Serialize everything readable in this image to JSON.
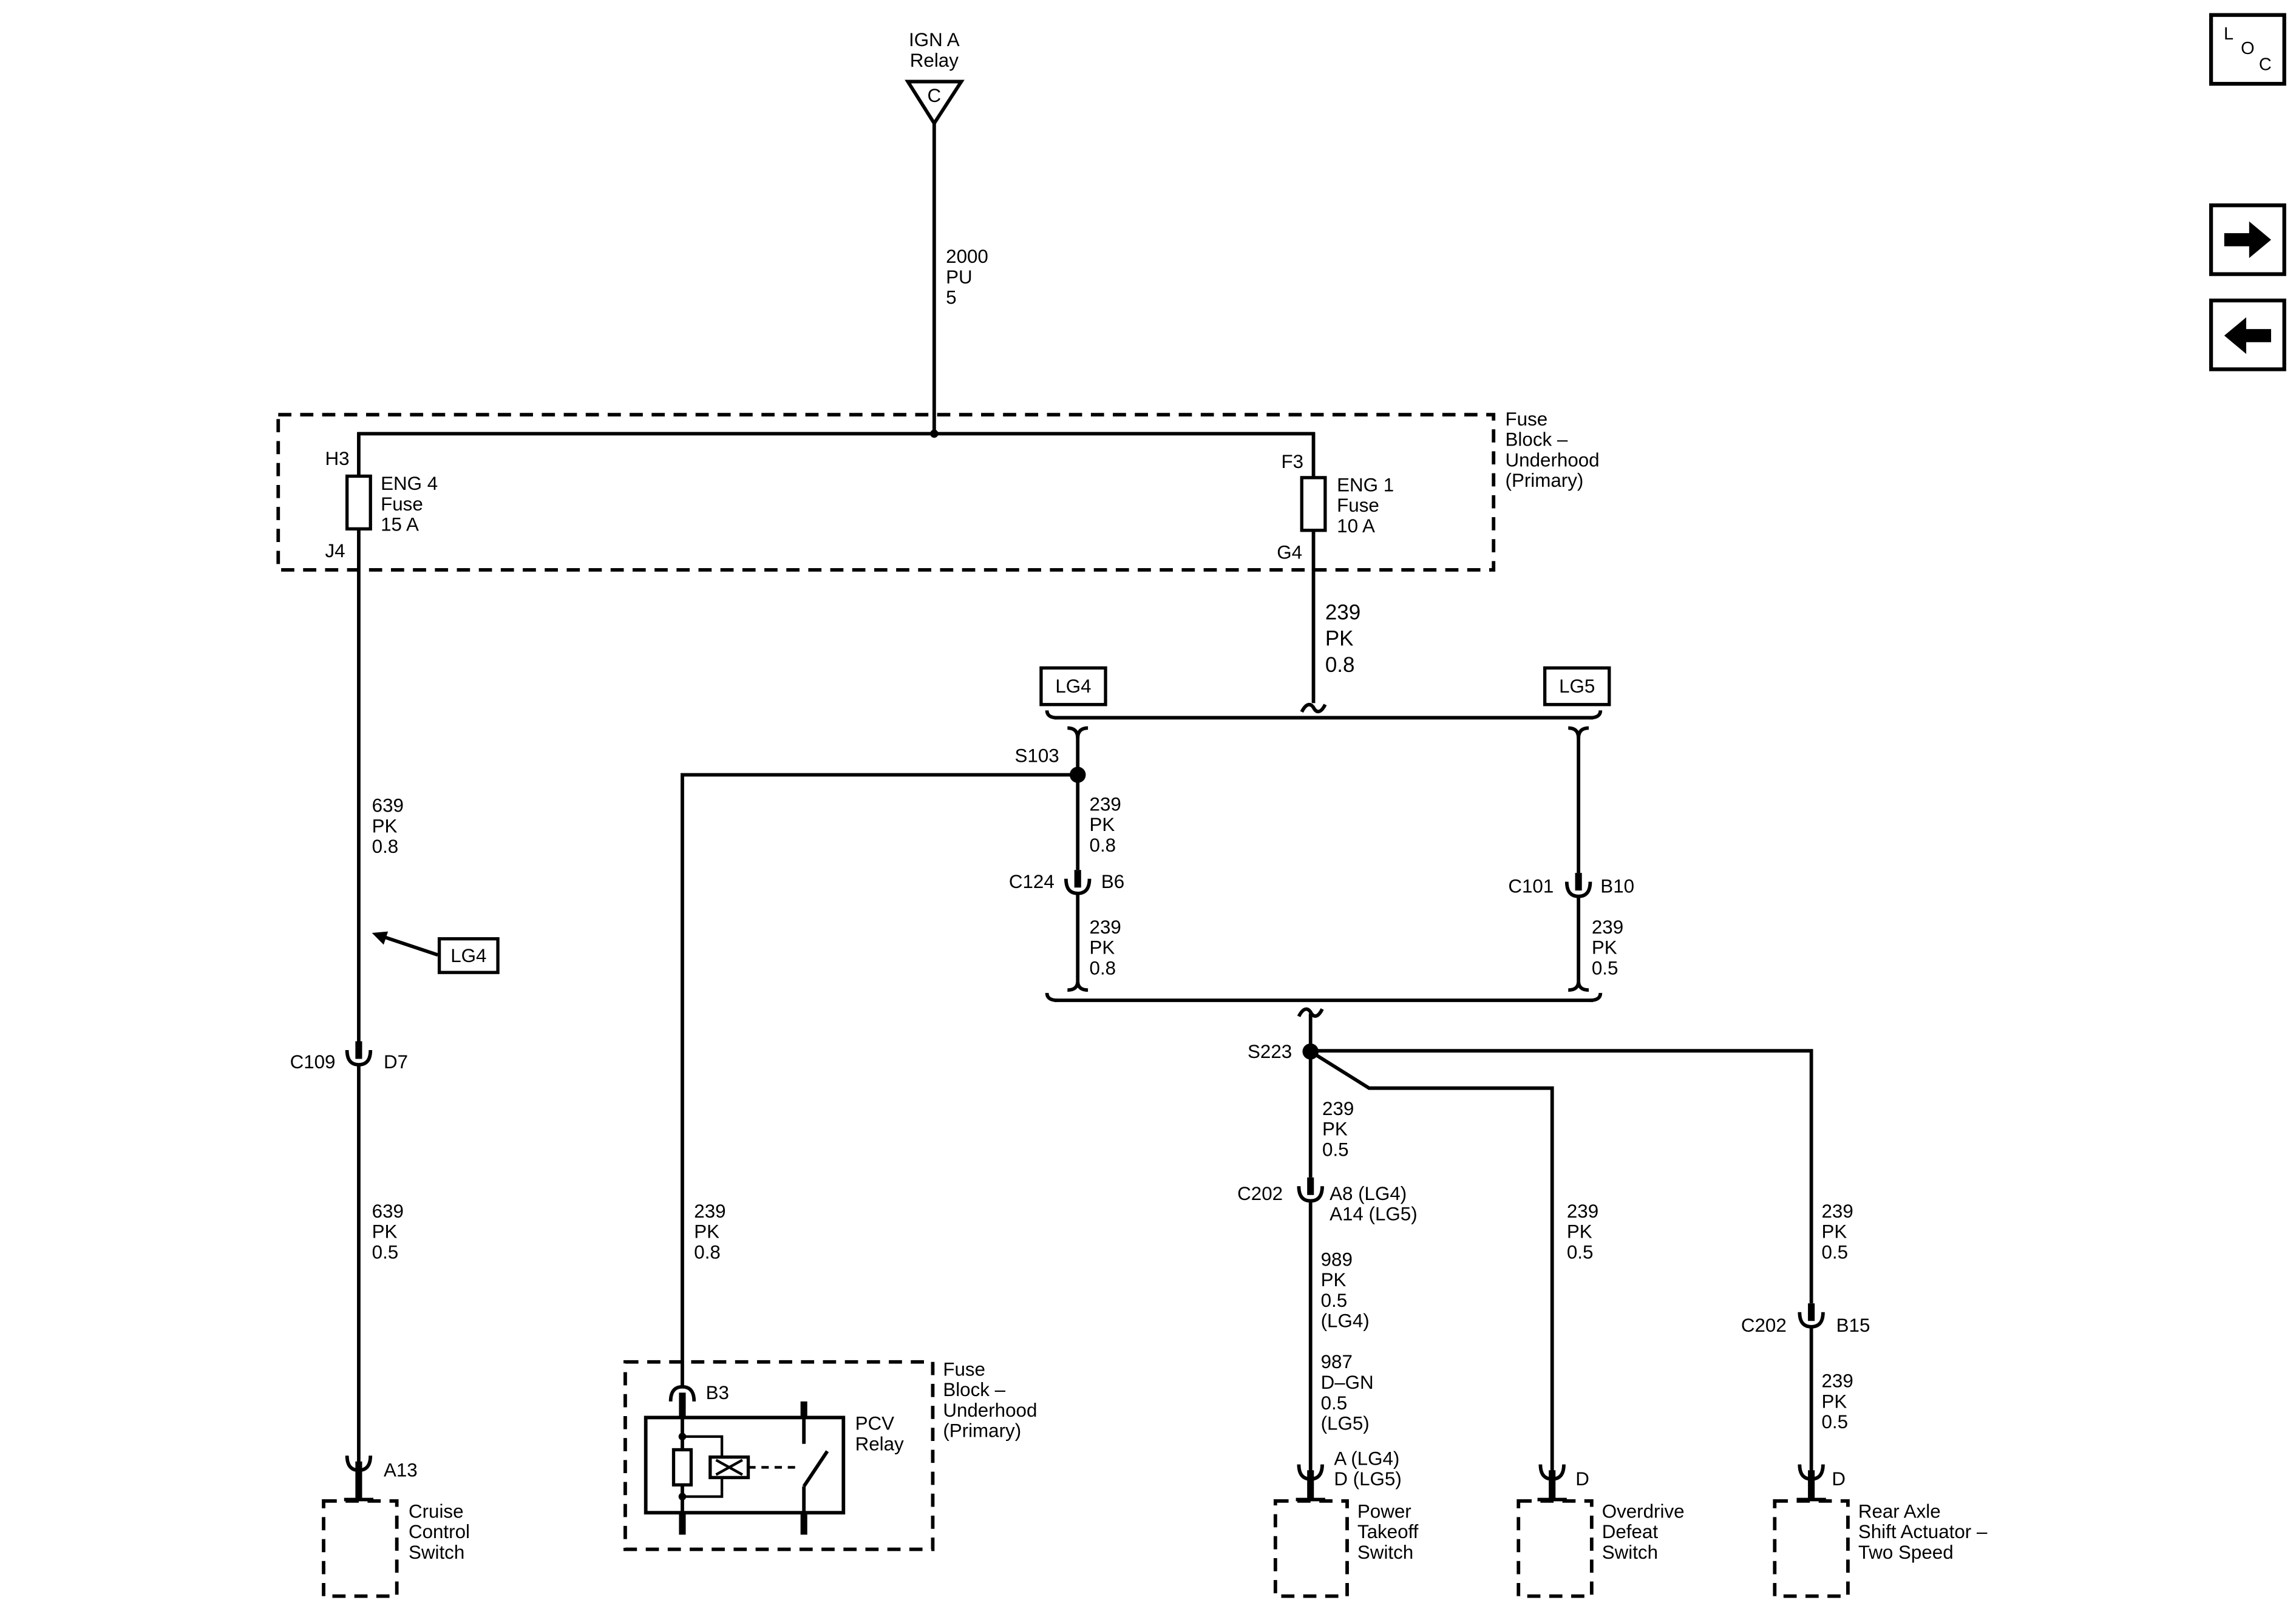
{
  "colors": {
    "ink": "#000000",
    "paper": "#ffffff"
  },
  "nav": {
    "loc": [
      "L",
      "O",
      "C"
    ],
    "next_icon": "arrow-right-icon",
    "prev_icon": "arrow-left-icon"
  },
  "ign_a_relay": {
    "name": [
      "IGN A",
      "Relay"
    ],
    "terminal": "C"
  },
  "fuse_block": {
    "label": [
      "Fuse",
      "Block –",
      "Underhood",
      "(Primary)"
    ],
    "eng4": {
      "in": "H3",
      "out": "J4",
      "label": [
        "ENG 4",
        "Fuse",
        "15 A"
      ]
    },
    "eng1": {
      "in": "F3",
      "out": "G4",
      "label": [
        "ENG 1",
        "Fuse",
        "10 A"
      ]
    }
  },
  "options": {
    "lg4": "LG4",
    "lg5": "LG5",
    "lg4_pointer": "LG4"
  },
  "splices": {
    "s103": "S103",
    "s223": "S223"
  },
  "connectors": {
    "c109": {
      "name": "C109",
      "pin": "D7"
    },
    "c124": {
      "name": "C124",
      "pin": "B6"
    },
    "c101": {
      "name": "C101",
      "pin": "B10"
    },
    "c202_a": {
      "name": "C202",
      "pins": [
        "A8 (LG4)",
        "A14 (LG5)"
      ]
    },
    "c202_b": {
      "name": "C202",
      "pin": "B15"
    }
  },
  "wires": {
    "ign_feed": [
      "2000",
      "PU",
      "5"
    ],
    "eng1_out": [
      "239",
      "PK",
      "0.8"
    ],
    "s103_c124": [
      "239",
      "PK",
      "0.8"
    ],
    "c124_bus": [
      "239",
      "PK",
      "0.8"
    ],
    "c101_bus": [
      "239",
      "PK",
      "0.5"
    ],
    "s223_c202": [
      "239",
      "PK",
      "0.5"
    ],
    "pto_lg4": [
      "989",
      "PK",
      "0.5",
      "(LG4)"
    ],
    "pto_lg5": [
      "987",
      "D–GN",
      "0.5",
      "(LG5)"
    ],
    "overdrive": [
      "239",
      "PK",
      "0.5"
    ],
    "s223_c202_b15": [
      "239",
      "PK",
      "0.5"
    ],
    "c202_rear_axle": [
      "239",
      "PK",
      "0.5"
    ],
    "eng4_c109": [
      "639",
      "PK",
      "0.8"
    ],
    "c109_cruise": [
      "639",
      "PK",
      "0.5"
    ],
    "s103_pcv": [
      "239",
      "PK",
      "0.8"
    ]
  },
  "components": {
    "cruise": {
      "pin": "A13",
      "name": [
        "Cruise",
        "Control",
        "Switch"
      ]
    },
    "pcv_relay": {
      "pin": "B3",
      "name": [
        "PCV",
        "Relay"
      ],
      "location": [
        "Fuse",
        "Block –",
        "Underhood",
        "(Primary)"
      ]
    },
    "pto": {
      "pins": [
        "A (LG4)",
        "D (LG5)"
      ],
      "name": [
        "Power",
        "Takeoff",
        "Switch"
      ]
    },
    "overdrive": {
      "pin": "D",
      "name": [
        "Overdrive",
        "Defeat",
        "Switch"
      ]
    },
    "rear_axle": {
      "pin": "D",
      "name": [
        "Rear Axle",
        "Shift Actuator –",
        "Two Speed"
      ]
    }
  }
}
